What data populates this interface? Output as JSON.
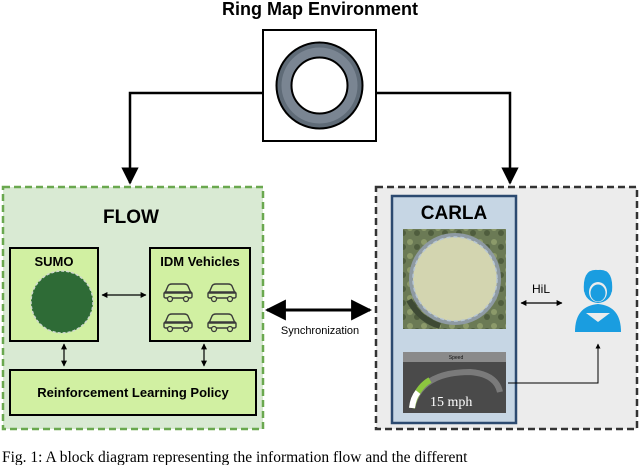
{
  "title": "Ring Map Environment",
  "flow": {
    "title": "FLOW",
    "sumo_label": "SUMO",
    "idm_label": "IDM Vehicles",
    "rl_label": "Reinforcement Learning Policy"
  },
  "sync_label": "Synchronization",
  "carla": {
    "title": "CARLA",
    "hil_label": "HiL",
    "speedo_caption": "Speed",
    "speed_readout": "15 mph"
  },
  "caption": "Fig. 1: A block diagram representing the information flow and the different",
  "icons": {
    "car": "car-icon",
    "user": "user-icon",
    "ring": "ring-road-icon"
  },
  "colors": {
    "flow_bg": "#d9ead3",
    "flow_border": "#6aa84f",
    "inner_green": "#d1f0a2",
    "sumo_ring": "#2e6b36",
    "carla_panel": "#c6d6e4",
    "carla_border": "#2c4a70",
    "outer_gray": "#ececec",
    "user_blue": "#1a9de0",
    "ring_gray": "#5f6b77"
  }
}
